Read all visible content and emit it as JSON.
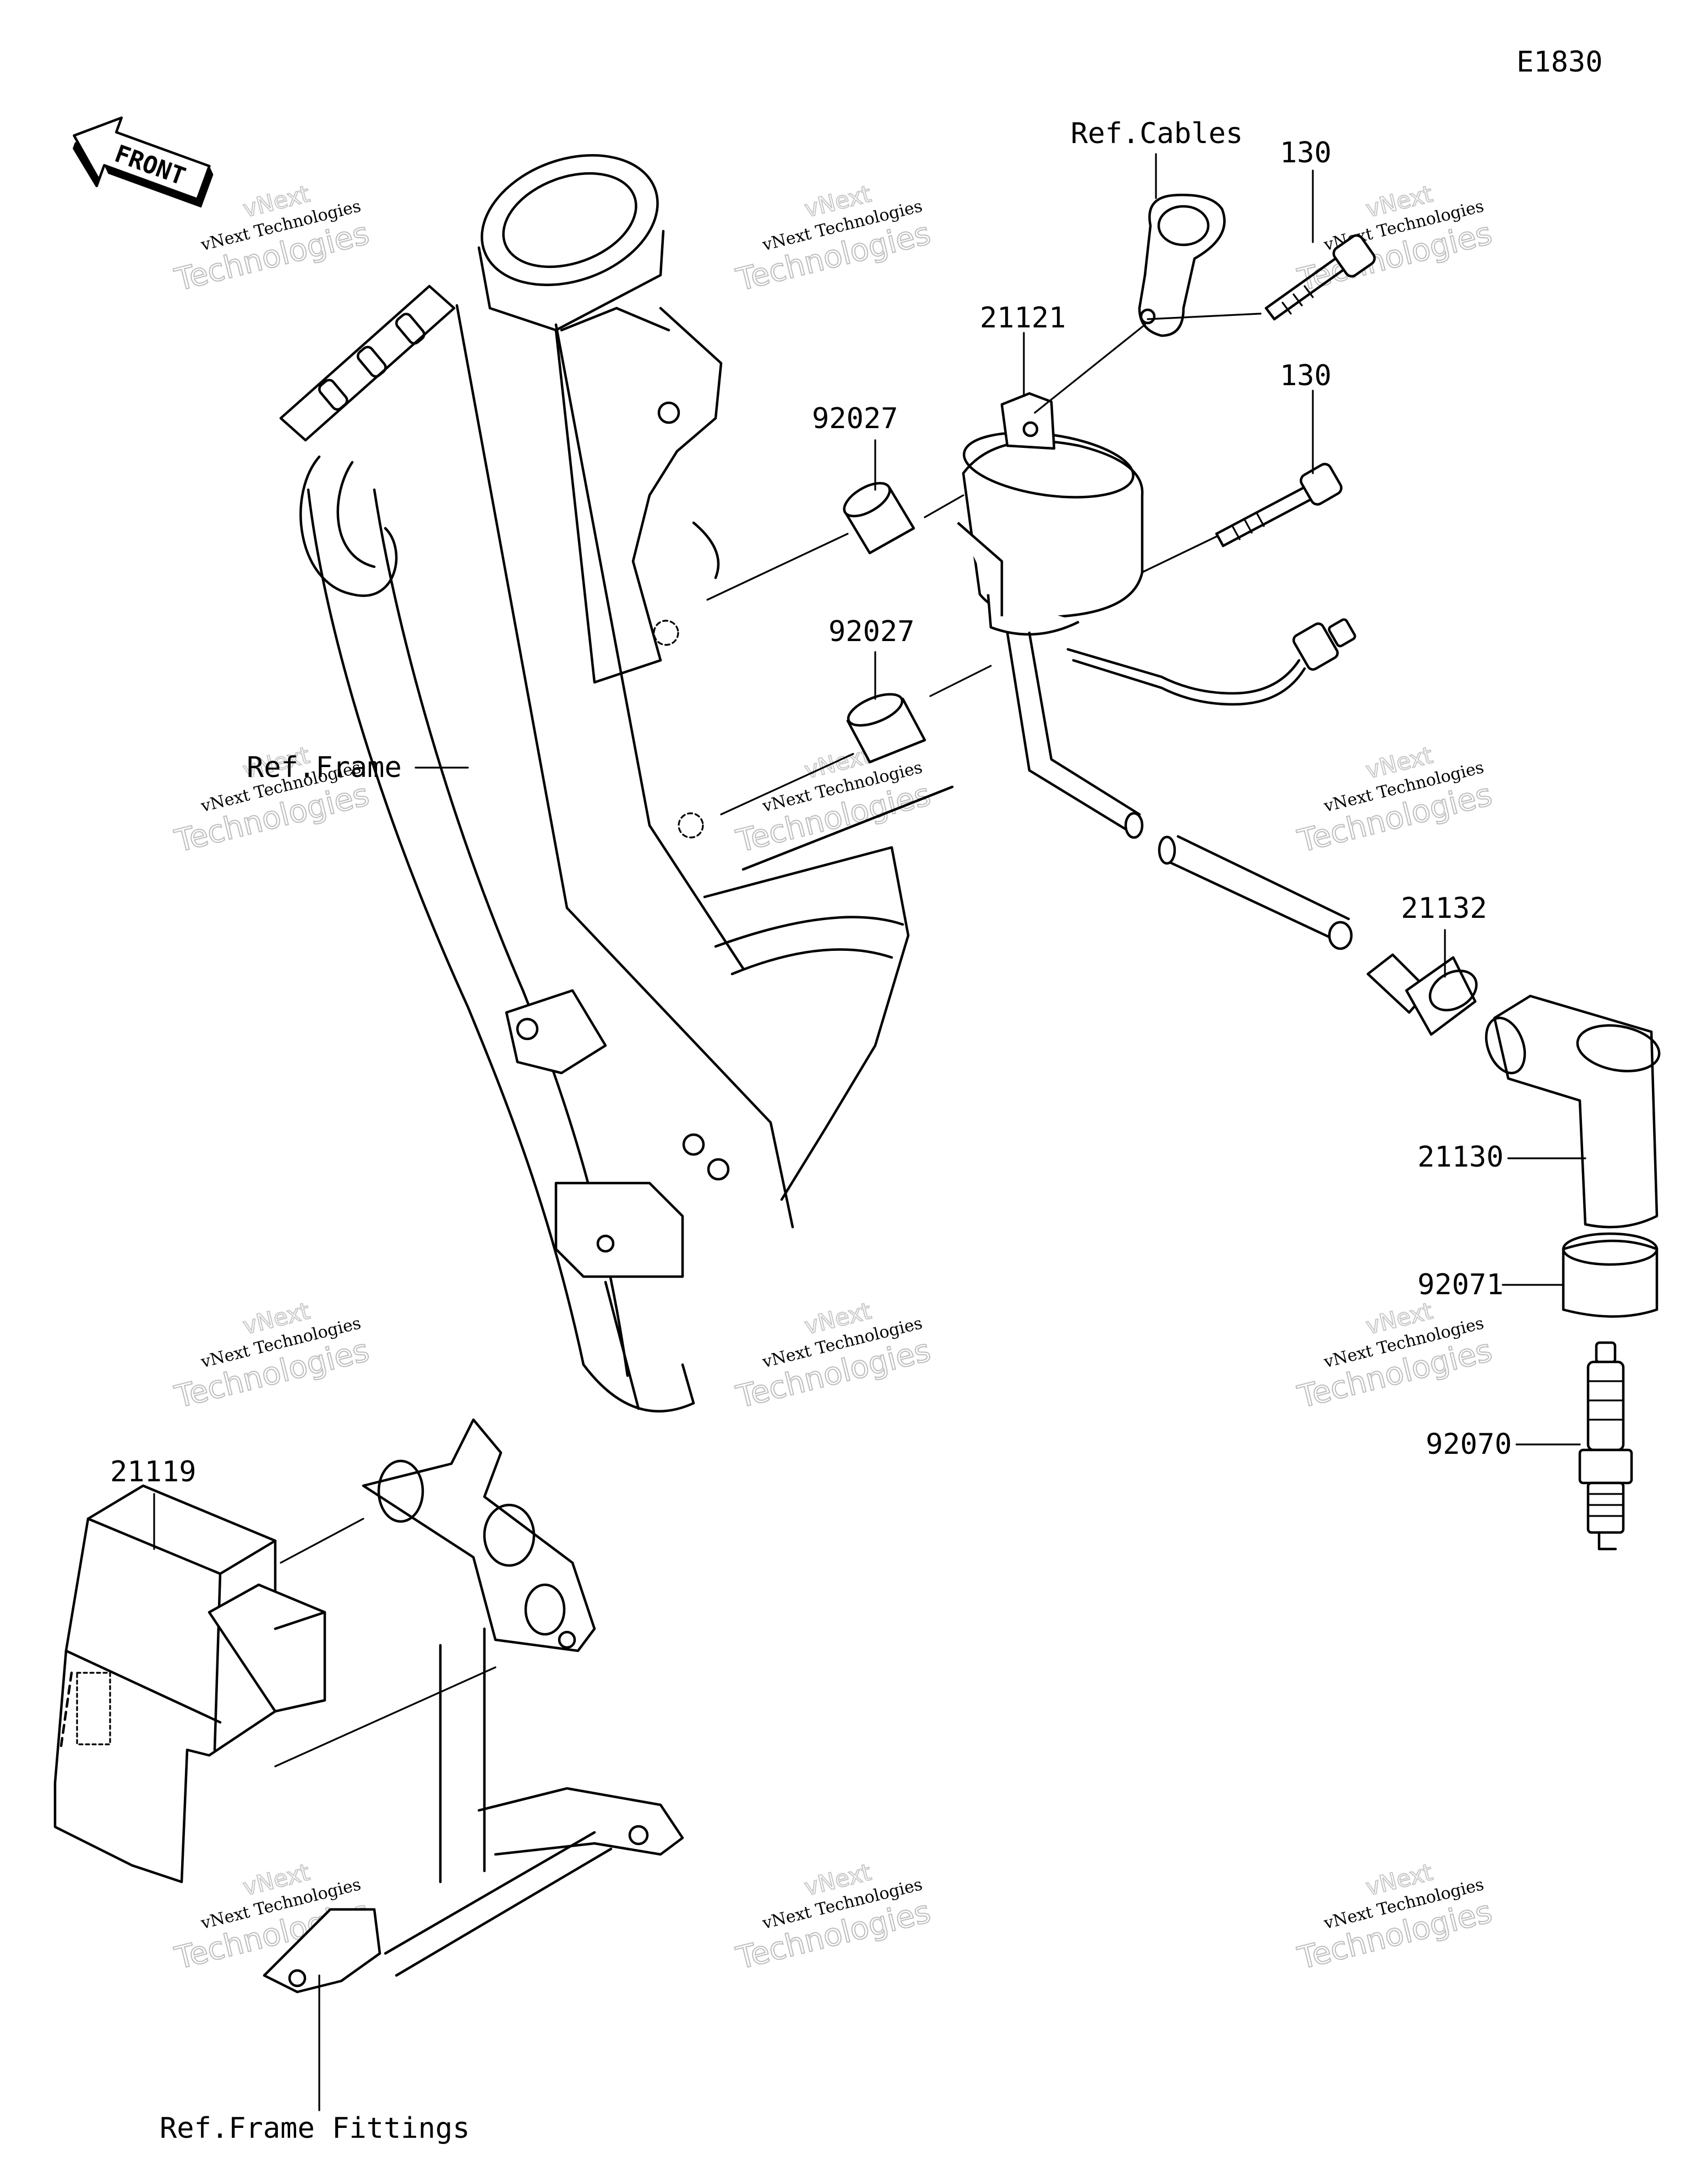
{
  "diagram_code": "E1830",
  "front_arrow_label": "FRONT",
  "reference_labels": {
    "cables": "Ref.Cables",
    "frame": "Ref.Frame",
    "frame_fittings": "Ref.Frame Fittings"
  },
  "part_numbers": {
    "bolt_upper": "130",
    "bolt_lower": "130",
    "ignition_coil": "21121",
    "collar_upper": "92027",
    "collar_lower": "92027",
    "plug_cap_seal": "21132",
    "plug_cap": "21130",
    "cap_cover": "92071",
    "spark_plug": "92070",
    "igniter": "21119"
  },
  "watermark": {
    "brand_top": "vNext",
    "brand_mid": "vNext Technologies",
    "brand_bottom": "Technologies"
  }
}
